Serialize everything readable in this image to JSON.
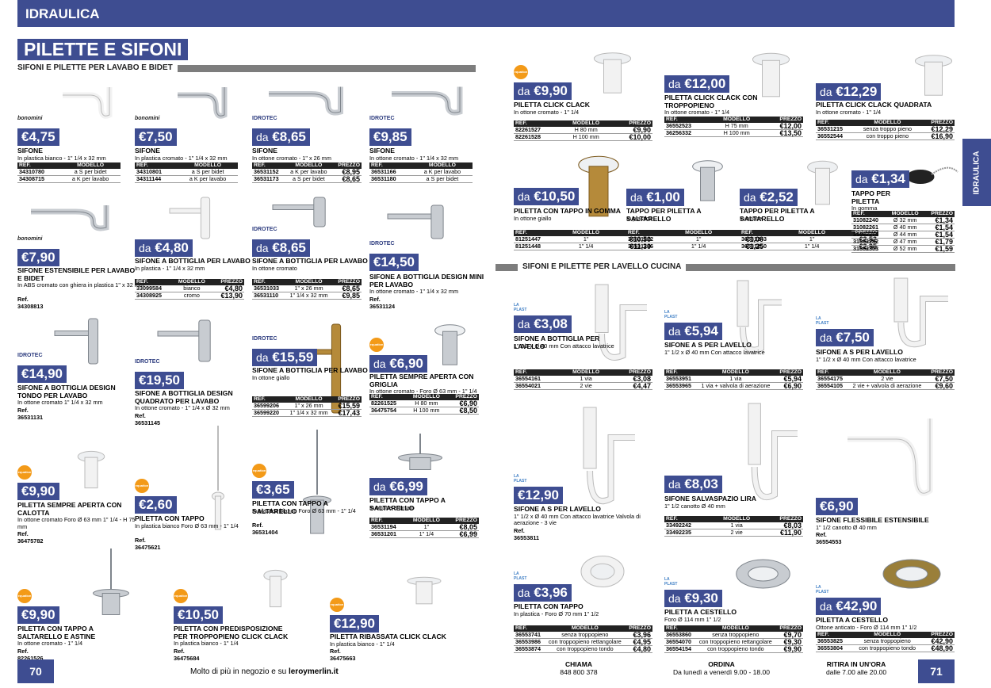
{
  "header": {
    "section": "IDRAULICA",
    "title": "PILETTE E SIFONI",
    "side_tab": "IDRAULICA"
  },
  "sections": {
    "left": "SIFONI E PILETTE PER LAVABO E BIDET",
    "right": "SIFONI E PILETTE PER LAVELLO CUCINA"
  },
  "brands": {
    "bon": "bonomini",
    "idr": "IDROTEC",
    "eq": "equation",
    "lp": "LA PLAST"
  },
  "footer": {
    "page_left": "70",
    "page_right": "71",
    "promo": "Molto di più in negozio e su",
    "site": "leroymerlin.it",
    "call_title": "CHIAMA",
    "call_num": "848 800 378",
    "order_title": "ORDINA",
    "order_hours": "Da lunedì a venerdì 9.00 - 18.00",
    "pick_title": "RITIRA IN UN'ORA",
    "pick_hours": "dalle 7.00 alle 20.00"
  },
  "hdr": {
    "ref": "REF.",
    "mod": "MODELLO",
    "price": "PREZZO"
  },
  "p": {
    "p1": {
      "price": "€4,75",
      "name": "SIFONE",
      "desc": "In plastica bianco - 1\" 1/4 x 32 mm",
      "rows": [
        [
          "34310780",
          "a S per bidet"
        ],
        [
          "34308715",
          "a K per lavabo"
        ]
      ]
    },
    "p2": {
      "price": "€7,50",
      "name": "SIFONE",
      "desc": "In plastica cromato - 1\" 1/4 x 32 mm",
      "rows": [
        [
          "34310801",
          "a S per bidet"
        ],
        [
          "34311144",
          "a K per lavabo"
        ]
      ]
    },
    "p3": {
      "da": "da",
      "price": "€8,65",
      "name": "SIFONE",
      "desc": "In ottone cromato - 1\" x 26 mm",
      "rows": [
        [
          "36531152",
          "a K per lavabo",
          "€8,95"
        ],
        [
          "36531173",
          "a S per bidet",
          "€8,65"
        ]
      ]
    },
    "p4": {
      "price": "€9,85",
      "name": "SIFONE",
      "desc": "In ottone cromato - 1\" 1/4 x 32 mm",
      "rows": [
        [
          "36531166",
          "a K per lavabo"
        ],
        [
          "36531180",
          "a S per bidet"
        ]
      ]
    },
    "p5": {
      "price": "€7,90",
      "name": "SIFONE ESTENSIBILE PER LAVABO E BIDET",
      "desc": "In ABS cromato con ghiera in plastica 1\" x 32 mm",
      "ref": "Ref. 34308813"
    },
    "p6": {
      "da": "da",
      "price": "€4,80",
      "name": "SIFONE A BOTTIGLIA PER LAVABO",
      "desc": "In plastica - 1\" 1/4 x 32 mm",
      "rows": [
        [
          "33099584",
          "bianco",
          "€4,80"
        ],
        [
          "34308925",
          "cromo",
          "€13,90"
        ]
      ]
    },
    "p7": {
      "da": "da",
      "price": "€8,65",
      "name": "SIFONE A BOTTIGLIA PER LAVABO",
      "desc": "In ottone cromato",
      "rows": [
        [
          "36531033",
          "1\" x 26 mm",
          "€8,65"
        ],
        [
          "36531110",
          "1\" 1/4 x 32 mm",
          "€9,85"
        ]
      ]
    },
    "p8": {
      "price": "€14,50",
      "name": "SIFONE A BOTTIGLIA DESIGN MINI PER LAVABO",
      "desc": "In ottone cromato - 1\" 1/4 x 32 mm",
      "ref": "Ref. 36531124"
    },
    "p9": {
      "price": "€14,90",
      "name": "SIFONE A BOTTIGLIA DESIGN TONDO PER LAVABO",
      "desc": "In ottone cromato 1\" 1/4 x 32 mm",
      "ref": "Ref. 36531131"
    },
    "p10": {
      "price": "€19,50",
      "name": "SIFONE A BOTTIGLIA DESIGN QUADRATO PER LAVABO",
      "desc": "In ottone cromato - 1\" 1/4 x Ø 32 mm",
      "ref": "Ref. 36531145"
    },
    "p11": {
      "da": "da",
      "price": "€15,59",
      "name": "SIFONE A BOTTIGLIA PER LAVABO",
      "desc": "In ottone giallo",
      "rows": [
        [
          "36599206",
          "1\" x 26 mm",
          "€15,59"
        ],
        [
          "36599220",
          "1\" 1/4 x 32 mm",
          "€17,43"
        ]
      ]
    },
    "p12": {
      "da": "da",
      "price": "€6,90",
      "name": "PILETTA SEMPRE APERTA CON GRIGLIA",
      "desc": "In ottone cromato - Foro Ø 63 mm - 1\" 1/4",
      "rows": [
        [
          "82261525",
          "H 80 mm",
          "€6,90"
        ],
        [
          "36475754",
          "H 100 mm",
          "€8,50"
        ]
      ]
    },
    "p13": {
      "price": "€9,90",
      "name": "PILETTA SEMPRE APERTA CON CALOTTA",
      "desc": "In ottone cromato Foro Ø 63 mm 1\" 1/4 - H 75 mm",
      "ref": "Ref. 36475782"
    },
    "p14": {
      "price": "€2,60",
      "name": "PILETTA CON TAPPO",
      "desc": "In plastica bianco Foro Ø 63 mm - 1\" 1/4",
      "ref": "Ref. 36475621"
    },
    "p15": {
      "price": "€3,65",
      "name": "PILETTA CON TAPPO A SALTARELLO",
      "desc": "In plastica bianco Foro Ø 63 mm - 1\" 1/4",
      "ref": "Ref. 36531404"
    },
    "p16": {
      "da": "da",
      "price": "€6,99",
      "name": "PILETTA CON TAPPO A SALTARELLO",
      "desc": "In ottone cromato",
      "rows": [
        [
          "36531194",
          "1\"",
          "€8,05"
        ],
        [
          "36531201",
          "1\" 1/4",
          "€6,99"
        ]
      ]
    },
    "p17": {
      "price": "€9,90",
      "name": "PILETTA CON TAPPO A SALTARELLO E ASTINE",
      "desc": "In ottone cromato - 1\" 1/4",
      "ref": "Ref. 82261526"
    },
    "p18": {
      "price": "€10,50",
      "name": "PILETTA CON PREDISPOSIZIONE PER TROPPOPIENO CLICK CLACK",
      "desc": "In plastica bianco - 1\" 1/4",
      "ref": "Ref. 36475684"
    },
    "p19": {
      "price": "€12,90",
      "name": "PILETTA RIBASSATA CLICK CLACK",
      "desc": "In plastica bianco - 1\" 1/4",
      "ref": "Ref. 36475663"
    },
    "p20": {
      "da": "da",
      "price": "€9,90",
      "name": "PILETTA CLICK CLACK",
      "desc": "In ottone cromato - 1\" 1/4",
      "rows": [
        [
          "82261527",
          "H 80 mm",
          "€9,90"
        ],
        [
          "82261528",
          "H 100 mm",
          "€10,00"
        ]
      ]
    },
    "p21": {
      "da": "da",
      "price": "€12,00",
      "name": "PILETTA CLICK CLACK CON TROPPOPIENO",
      "desc": "In ottone cromato - 1\" 1/4",
      "rows": [
        [
          "36552523",
          "H 75 mm",
          "€12,00"
        ],
        [
          "36256332",
          "H 100 mm",
          "€13,50"
        ]
      ]
    },
    "p22": {
      "da": "da",
      "price": "€12,29",
      "name": "PILETTA CLICK CLACK QUADRATA",
      "desc": "In ottone cromato - 1\" 1/4",
      "rows": [
        [
          "36531215",
          "senza troppo pieno",
          "€12,29"
        ],
        [
          "36552544",
          "con troppo pieno",
          "€16,90"
        ]
      ]
    },
    "p23": {
      "da": "da",
      "price": "€10,50",
      "name": "PILETTA CON TAPPO IN GOMMA",
      "desc": "In ottone giallo",
      "rows": [
        [
          "81251447",
          "1\"",
          "€10,50"
        ],
        [
          "81251448",
          "1\" 1/4",
          "€11,30"
        ]
      ]
    },
    "p24": {
      "da": "da",
      "price": "€1,00",
      "name": "TAPPO PER PILETTA A SALTARELLO",
      "desc": "In plastica",
      "rows": [
        [
          "36531222",
          "1\"",
          "€1,00"
        ],
        [
          "36531236",
          "1\" 1/4",
          "€1,25"
        ]
      ]
    },
    "p25": {
      "da": "da",
      "price": "€2,52",
      "name": "TAPPO PER PILETTA A SALTARELLO",
      "desc": "In ottone",
      "rows": [
        [
          "36531243",
          "1\"",
          "€2,52"
        ],
        [
          "36531250",
          "1\" 1/4",
          "€2,95"
        ]
      ]
    },
    "p26": {
      "da": "da",
      "price": "€1,34",
      "name": "TAPPO PER PILETTA",
      "desc": "In gomma",
      "rows": [
        [
          "31082240",
          "Ø 32 mm",
          "€1,34"
        ],
        [
          "31082261",
          "Ø 40 mm",
          "€1,54"
        ],
        [
          "31082275",
          "Ø 44 mm",
          "€1,54"
        ],
        [
          "31082282",
          "Ø 47 mm",
          "€1,79"
        ],
        [
          "31082303",
          "Ø 52 mm",
          "€1,59"
        ]
      ]
    },
    "p27": {
      "da": "da",
      "price": "€3,08",
      "name": "SIFONE A BOTTIGLIA PER LAVELLO",
      "desc": "1\" 1/2 x Ø 40 mm Con attacco lavatrice",
      "rows": [
        [
          "36554161",
          "1 via",
          "€3,08"
        ],
        [
          "36554021",
          "2 vie",
          "€4,47"
        ]
      ]
    },
    "p28": {
      "da": "da",
      "price": "€5,94",
      "name": "SIFONE A S PER LAVELLO",
      "desc": "1\" 1/2 x Ø 40 mm Con attacco lavatrice",
      "rows": [
        [
          "36553951",
          "1 via",
          "€5,94"
        ],
        [
          "36553965",
          "1 via + valvola di aerazione",
          "€6,90"
        ]
      ]
    },
    "p29": {
      "da": "da",
      "price": "€7,50",
      "name": "SIFONE A S PER LAVELLO",
      "desc": "1\" 1/2 x Ø 40 mm Con attacco lavatrice",
      "rows": [
        [
          "36554175",
          "2 vie",
          "€7,50"
        ],
        [
          "36554105",
          "2 vie + valvola di aerazione",
          "€9,60"
        ]
      ]
    },
    "p30": {
      "price": "€12,90",
      "name": "SIFONE A S PER LAVELLO",
      "desc": "1\" 1/2 x Ø 40 mm Con attacco lavatrice Valvola di aerazione - 3 vie",
      "ref": "Ref. 36553811"
    },
    "p31": {
      "da": "da",
      "price": "€8,03",
      "name": "SIFONE SALVASPAZIO LIRA",
      "desc": "1\" 1/2 canotto Ø 40 mm",
      "rows": [
        [
          "33492242",
          "1 via",
          "€8,03"
        ],
        [
          "33492235",
          "2 vie",
          "€11,90"
        ]
      ]
    },
    "p32": {
      "price": "€6,90",
      "name": "SIFONE FLESSIBILE ESTENSIBILE",
      "desc": "1\" 1/2 canotto Ø 40 mm",
      "ref": "Ref. 36554553"
    },
    "p33": {
      "da": "da",
      "price": "€3,96",
      "name": "PILETTA CON TAPPO",
      "desc": "In plastica - Foro Ø 70 mm 1\" 1/2",
      "rows": [
        [
          "36553741",
          "senza troppopieno",
          "€3,96"
        ],
        [
          "36553986",
          "con troppopieno rettangolare",
          "€4,95"
        ],
        [
          "36553874",
          "con troppopieno tondo",
          "€4,80"
        ]
      ]
    },
    "p34": {
      "da": "da",
      "price": "€9,30",
      "name": "PILETTA A CESTELLO",
      "desc": "Foro Ø 114 mm 1\" 1/2",
      "rows": [
        [
          "36553860",
          "senza troppopieno",
          "€9,70"
        ],
        [
          "36554070",
          "con troppopieno rettangolare",
          "€9,30"
        ],
        [
          "36554154",
          "con troppopieno tondo",
          "€9,90"
        ]
      ]
    },
    "p35": {
      "da": "da",
      "price": "€42,90",
      "name": "PILETTA A CESTELLO",
      "desc": "Ottone anticato - Foro Ø 114 mm 1\" 1/2",
      "rows": [
        [
          "36553825",
          "senza troppopieno",
          "€42,90"
        ],
        [
          "36553804",
          "con troppopieno tondo",
          "€48,90"
        ]
      ]
    }
  }
}
